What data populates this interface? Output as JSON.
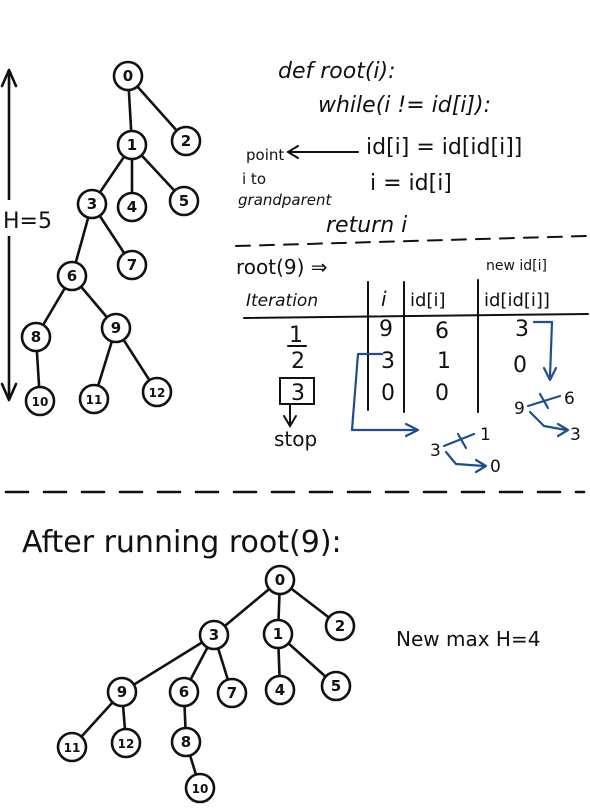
{
  "code": {
    "line1": "def root(i):",
    "line2": "while(i != id[i]):",
    "line3": "id[i] = id[id[i]]",
    "line4": "i = id[i]",
    "line5": "return i"
  },
  "note": {
    "line1": "point",
    "line2": "i to",
    "line3": "grandparent"
  },
  "height_label": "H=5",
  "trace": {
    "call": "root(9) ⇒",
    "header_new": "new id[i]",
    "headers": [
      "Iteration",
      "i",
      "id[i]",
      "id[id[i]]"
    ],
    "rows": [
      [
        "1",
        "9",
        "6",
        "3"
      ],
      [
        "2",
        "3",
        "1",
        "0"
      ],
      [
        "3",
        "0",
        "0",
        ""
      ]
    ],
    "stop": "stop"
  },
  "annotations": {
    "a": {
      "from": "3",
      "old": "1",
      "new": "0"
    },
    "b": {
      "from": "9",
      "old": "6",
      "new": "3"
    }
  },
  "after_title": "After running root(9):",
  "new_height_label": "New max H=4",
  "colors": {
    "ink": "#111111",
    "annotation": "#1f4e8c"
  },
  "tree_before": {
    "nodes": [
      {
        "id": "0",
        "label": "0"
      },
      {
        "id": "1",
        "label": "1"
      },
      {
        "id": "2",
        "label": "2"
      },
      {
        "id": "3",
        "label": "3"
      },
      {
        "id": "4",
        "label": "4"
      },
      {
        "id": "5",
        "label": "5"
      },
      {
        "id": "6",
        "label": "6"
      },
      {
        "id": "7",
        "label": "7"
      },
      {
        "id": "8",
        "label": "8"
      },
      {
        "id": "9",
        "label": "9"
      },
      {
        "id": "10",
        "label": "10"
      },
      {
        "id": "11",
        "label": "11"
      },
      {
        "id": "12",
        "label": "12"
      }
    ],
    "edges": [
      [
        "0",
        "1"
      ],
      [
        "0",
        "2"
      ],
      [
        "1",
        "3"
      ],
      [
        "1",
        "4"
      ],
      [
        "1",
        "5"
      ],
      [
        "3",
        "6"
      ],
      [
        "3",
        "7"
      ],
      [
        "6",
        "8"
      ],
      [
        "6",
        "9"
      ],
      [
        "8",
        "10"
      ],
      [
        "9",
        "11"
      ],
      [
        "9",
        "12"
      ]
    ]
  },
  "tree_after": {
    "nodes": [
      {
        "id": "0",
        "label": "0"
      },
      {
        "id": "3",
        "label": "3"
      },
      {
        "id": "1",
        "label": "1"
      },
      {
        "id": "2",
        "label": "2"
      },
      {
        "id": "9",
        "label": "9"
      },
      {
        "id": "6",
        "label": "6"
      },
      {
        "id": "7",
        "label": "7"
      },
      {
        "id": "4",
        "label": "4"
      },
      {
        "id": "5",
        "label": "5"
      },
      {
        "id": "11",
        "label": "11"
      },
      {
        "id": "12",
        "label": "12"
      },
      {
        "id": "8",
        "label": "8"
      },
      {
        "id": "10",
        "label": "10"
      }
    ],
    "edges": [
      [
        "0",
        "3"
      ],
      [
        "0",
        "1"
      ],
      [
        "0",
        "2"
      ],
      [
        "3",
        "9"
      ],
      [
        "3",
        "6"
      ],
      [
        "3",
        "7"
      ],
      [
        "1",
        "4"
      ],
      [
        "1",
        "5"
      ],
      [
        "9",
        "11"
      ],
      [
        "9",
        "12"
      ],
      [
        "6",
        "8"
      ],
      [
        "8",
        "10"
      ]
    ]
  }
}
